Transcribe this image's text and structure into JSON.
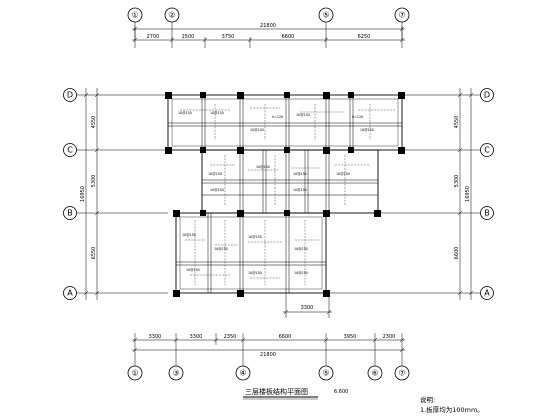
{
  "plan": {
    "title": "三层楼板结构平面图",
    "elevation": "6.600",
    "notes_heading": "说明:",
    "notes": [
      "1.板厚均为100mm。"
    ],
    "col_axes": [
      "①",
      "②",
      "③",
      "④",
      "⑤",
      "⑥",
      "⑦"
    ],
    "row_axes": [
      "D",
      "C",
      "B",
      "A"
    ],
    "top_dims": [
      "2700",
      "2500",
      "3750",
      "6600",
      "6250"
    ],
    "top_total": "21800",
    "bottom_dims": [
      "3300",
      "3300",
      "2350",
      "6600",
      "3950",
      "2300"
    ],
    "bottom_total": "21800",
    "bottom_extra_dim": "3300",
    "left_dims": [
      "4550",
      "5300",
      "6550"
    ],
    "left_total": "16950",
    "right_dims": [
      "4550",
      "5300",
      "6600"
    ],
    "right_total": "16950",
    "slab_thickness_labels": [
      "h=120",
      "h=120"
    ],
    "rebar_labels": [
      "10@150",
      "10@150",
      "10@150",
      "10@150",
      "10@150",
      "10@150",
      "10@150",
      "10@150",
      "10@150",
      "10@150",
      "10@150",
      "10@150",
      "10@150",
      "10@150",
      "10@150",
      "10@150",
      "10@150",
      "10@150"
    ],
    "colors": {
      "line": "#000000",
      "background": "#ffffff"
    }
  }
}
